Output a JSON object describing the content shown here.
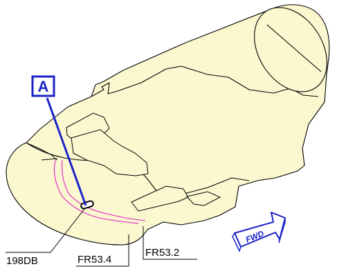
{
  "diagram": {
    "view_label": "A",
    "callouts": {
      "part": "198DB",
      "frame_a": "FR53.4",
      "frame_b": "FR53.2"
    },
    "direction_label": "FWD",
    "colors": {
      "fill": "#fbf8cf",
      "outline": "#000000",
      "accent": "#1a22c8",
      "frame_lines": "#e01fc8"
    }
  }
}
